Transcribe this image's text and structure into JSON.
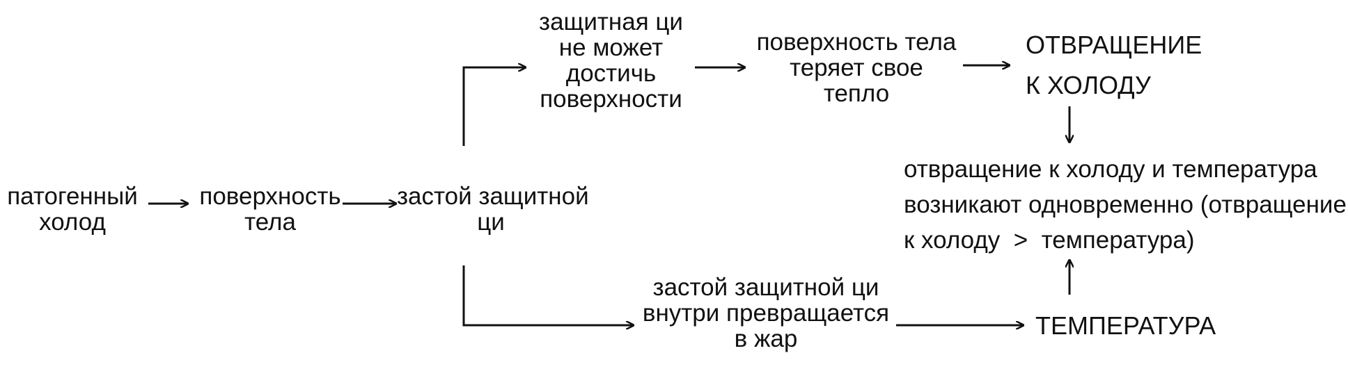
{
  "diagram": {
    "pathogenic_cold": [
      "патогенный",
      "холод"
    ],
    "body_surface": [
      "поверхность",
      "тела"
    ],
    "stagnation": [
      "застой защитной",
      "ци"
    ],
    "qi_cannot_reach": [
      "защитная ци",
      "не может",
      "достичь",
      "поверхности"
    ],
    "surface_loses_heat": [
      "поверхность тела",
      "теряет свое",
      "тепло"
    ],
    "aversion_to_cold": [
      "ОТВРАЩЕНИЕ",
      "К ХОЛОДУ"
    ],
    "simultaneous": [
      "отвращение к холоду и температура",
      "возникают одновременно (отвращение",
      "к холоду  >  температура)"
    ],
    "turns_to_heat": [
      "застой защитной ци",
      "внутри превращается",
      "в жар"
    ],
    "fever": "ТЕМПЕРАТУРА"
  }
}
